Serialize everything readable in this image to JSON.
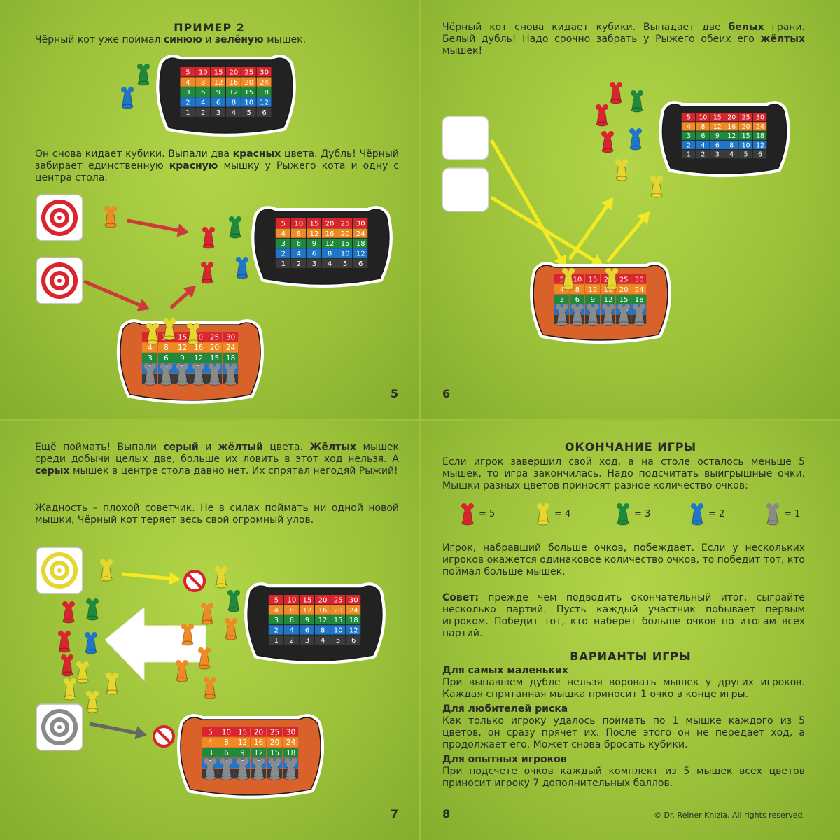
{
  "colors": {
    "red": "#d9252e",
    "orange": "#f08a24",
    "yellow": "#e6d630",
    "green": "#1f8a3c",
    "blue": "#1f76c8",
    "gray": "#8a8a8a",
    "cauldron_black": "#222222",
    "cauldron_orange": "#d9612a",
    "arrow_red": "#cc3a3a",
    "arrow_yellow": "#f3ea22",
    "arrow_gray": "#666666"
  },
  "board_rows": [
    [
      "5",
      "10",
      "15",
      "20",
      "25",
      "30"
    ],
    [
      "4",
      "8",
      "12",
      "16",
      "20",
      "24"
    ],
    [
      "3",
      "6",
      "9",
      "12",
      "15",
      "18"
    ],
    [
      "2",
      "4",
      "6",
      "8",
      "10",
      "12"
    ],
    [
      "1",
      "2",
      "3",
      "4",
      "5",
      "6"
    ]
  ],
  "p5": {
    "title": "ПРИМЕР 2",
    "intro": {
      "a": "Чёрный кот уже поймал ",
      "b1": "синюю",
      "c": " и ",
      "b2": "зелёную",
      "d": " мышек."
    },
    "para": {
      "a": "Он снова кидает кубики. Выпали два ",
      "b1": "красных",
      "c": " цвета. Дубль! Чёрный забирает единственную ",
      "b2": "красную",
      "d": " мышку у Рыжего кота и одну с центра стола."
    },
    "page_number": "5"
  },
  "p6": {
    "para": {
      "a": "Чёрный кот снова кидает кубики. Выпадает две ",
      "b1": "белых",
      "c": " грани. Белый дубль! Надо срочно забрать у Рыжего обеих его ",
      "b2": "жёлтых",
      "d": " мышек!"
    },
    "page_number": "6"
  },
  "p7": {
    "para1": {
      "a": "Ещё поймать! Выпали ",
      "b1": "серый",
      "c": " и ",
      "b2": "жёлтый",
      "d": " цвета. ",
      "b3": "Жёлтых",
      "e": " мышек среди добычи целых две, больше их ловить в этот ход нельзя. А ",
      "b4": "серых",
      "f": " мышек в центре стола давно нет. Их спрятал негодяй Рыжий!"
    },
    "para2": "Жадность – плохой советчик. Не в силах поймать ни одной новой мышки, Чёрный кот теряет весь свой огромный улов.",
    "page_number": "7"
  },
  "p8": {
    "title": "ОКОНЧАНИЕ ИГРЫ",
    "para1": "Если игрок завершил свой ход, а на столе осталось меньше 5 мышек, то игра закончилась. Надо подсчитать выигрышные очки. Мышки разных цветов приносят разное количество очков:",
    "scores": [
      {
        "color": "red",
        "label": "= 5"
      },
      {
        "color": "yellow",
        "label": "= 4"
      },
      {
        "color": "green",
        "label": "= 3"
      },
      {
        "color": "blue",
        "label": "= 2"
      },
      {
        "color": "gray",
        "label": "= 1"
      }
    ],
    "para2": "Игрок, набравший больше очков, побеждает. Если у нескольких игроков окажется одинаковое количество очков, то победит тот, кто поймал больше мышек.",
    "tip_label": "Совет:",
    "tip_text": " прежде чем подводить окончательный итог, сыграйте несколько партий. Пусть каждый участник побывает первым игроком. Победит тот, кто наберет больше очков по итогам всех партий.",
    "variants_title": "ВАРИАНТЫ ИГРЫ",
    "variants": [
      {
        "heading": "Для самых маленьких",
        "text": "При выпавшем дубле нельзя воровать мышек у других игроков. Каждая спрятанная мышка приносит 1 очко в конце игры."
      },
      {
        "heading": "Для любителей риска",
        "text": "Как только игроку удалось поймать по 1 мышке каждого из 5 цветов, он сразу прячет их. После этого он не передает ход, а продолжает его. Может снова бросать кубики."
      },
      {
        "heading": "Для опытных игроков",
        "text": "При подсчете очков каждый комплект из 5 мышек всех цветов приносит игроку 7 дополнительных баллов."
      }
    ],
    "page_number": "8",
    "copyright": "© Dr. Reiner Knizia. All rights reserved."
  }
}
